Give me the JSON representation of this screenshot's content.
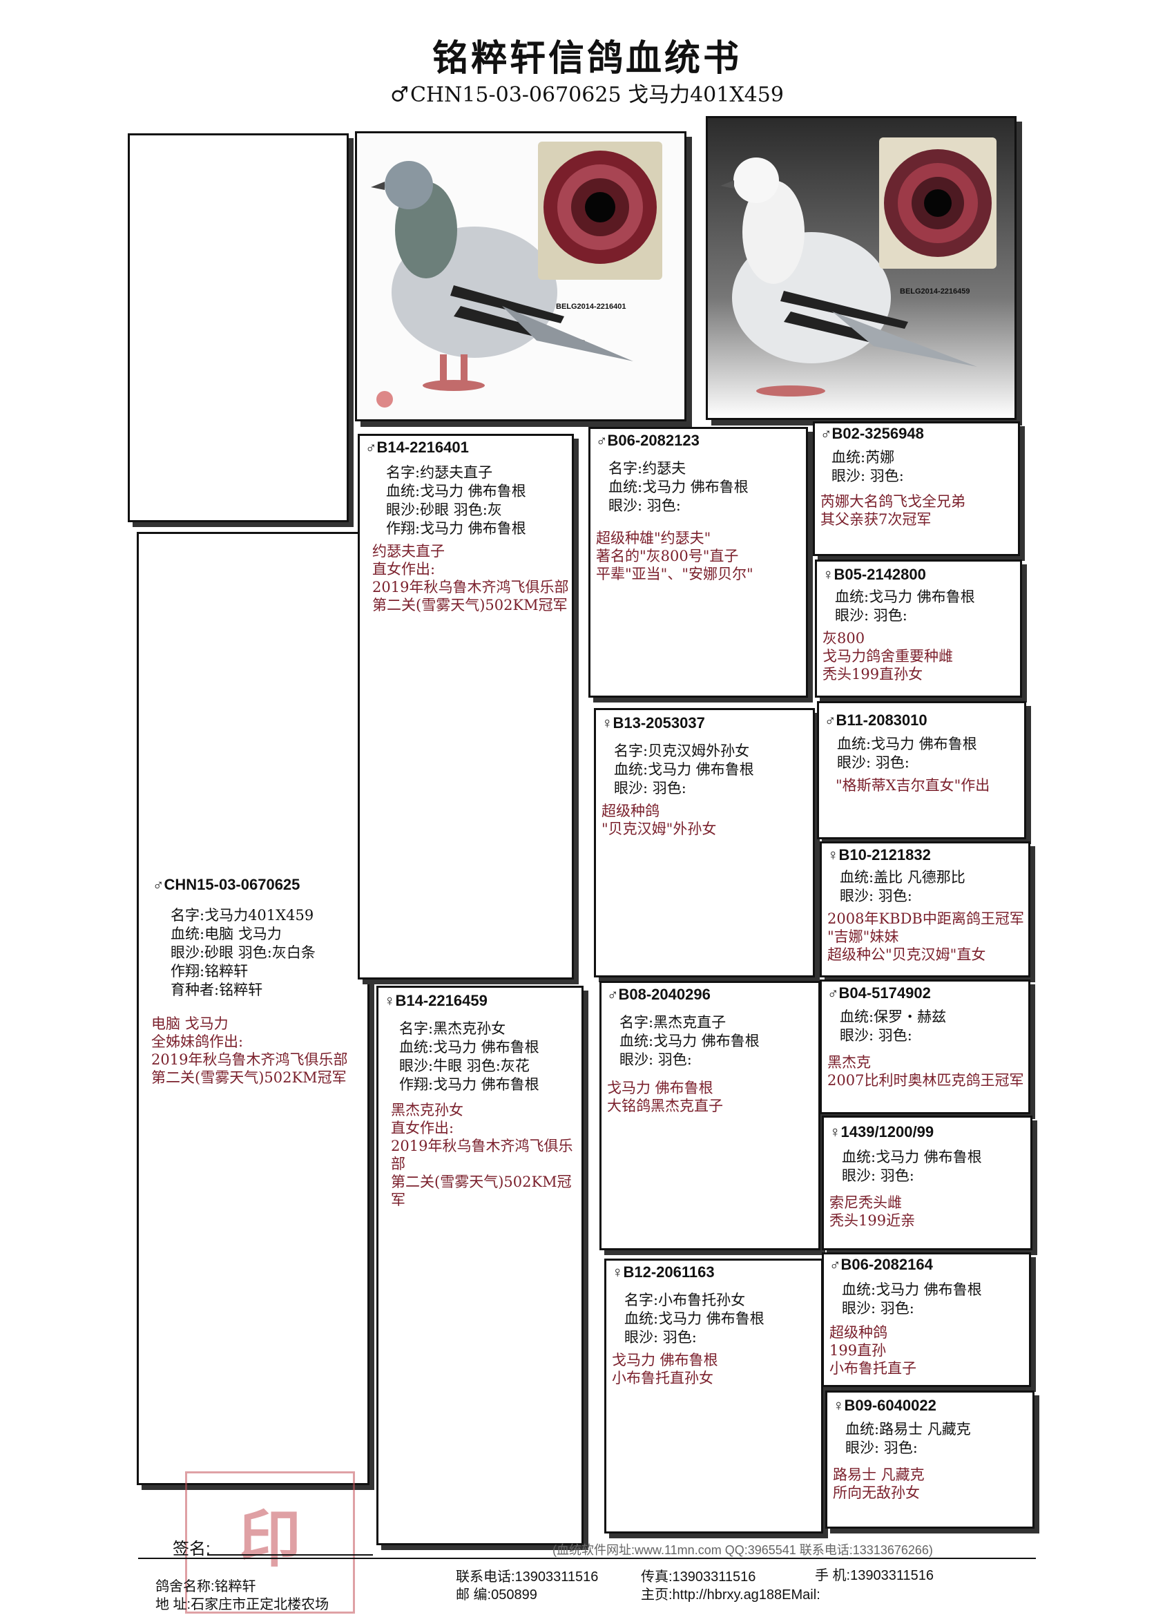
{
  "header": {
    "title": "铭粹轩信鸽血统书",
    "subtitle_sym": "♂",
    "subtitle": "CHN15-03-0670625  戈马力401X459"
  },
  "photos": {
    "sire_caption": "BELG2014-2216401",
    "dam_caption": "BELG2014-2216459"
  },
  "subject": {
    "sym": "♂",
    "ring": "CHN15-03-0670625",
    "fields": [
      "名字:戈马力401X459",
      "血统:电脑 戈马力",
      "眼沙:砂眼   羽色:灰白条",
      "作翔:铭粹轩",
      "育种者:铭粹轩"
    ],
    "notes": [
      "电脑 戈马力",
      "全姊妹鸽作出:",
      "2019年秋乌鲁木齐鸿飞俱乐部",
      "第二关(雪雾天气)502KM冠军"
    ]
  },
  "sire": {
    "sym": "♂",
    "ring": "B14-2216401",
    "fields": [
      "名字:约瑟夫直子",
      "血统:戈马力 佛布鲁根",
      "眼沙:砂眼   羽色:灰",
      "作翔:戈马力 佛布鲁根"
    ],
    "notes": [
      "约瑟夫直子",
      "直女作出:",
      "2019年秋乌鲁木齐鸿飞俱乐部",
      "第二关(雪雾天气)502KM冠军"
    ]
  },
  "dam": {
    "sym": "♀",
    "ring": "B14-2216459",
    "fields": [
      "名字:黑杰克孙女",
      "血统:戈马力 佛布鲁根",
      "眼沙:牛眼   羽色:灰花",
      "作翔:戈马力 佛布鲁根"
    ],
    "notes": [
      "黑杰克孙女",
      "直女作出:",
      "2019年秋乌鲁木齐鸿飞俱乐部",
      "第二关(雪雾天气)502KM冠军"
    ]
  },
  "gp1": {
    "sym": "♂",
    "ring": "B06-2082123",
    "fields": [
      "名字:约瑟夫",
      "血统:戈马力 佛布鲁根",
      "眼沙:     羽色:"
    ],
    "notes": [
      "超级种雄\"约瑟夫\"",
      "著名的\"灰800号\"直子",
      "平辈\"亚当\"、\"安娜贝尔\""
    ]
  },
  "gp2": {
    "sym": "♀",
    "ring": "B13-2053037",
    "fields": [
      "名字:贝克汉姆外孙女",
      "血统:戈马力 佛布鲁根",
      "眼沙:     羽色:"
    ],
    "notes": [
      "超级种鸽",
      "\"贝克汉姆\"外孙女"
    ]
  },
  "gp3": {
    "sym": "♂",
    "ring": "B08-2040296",
    "fields": [
      "名字:黑杰克直子",
      "血统:戈马力 佛布鲁根",
      "眼沙:     羽色:"
    ],
    "notes": [
      "戈马力 佛布鲁根",
      "大铭鸽黑杰克直子"
    ]
  },
  "gp4": {
    "sym": "♀",
    "ring": "B12-2061163",
    "fields": [
      "名字:小布鲁托孙女",
      "血统:戈马力 佛布鲁根",
      "眼沙:     羽色:"
    ],
    "notes": [
      "戈马力 佛布鲁根",
      "小布鲁托直孙女"
    ]
  },
  "ggp": [
    {
      "sym": "♂",
      "ring": "B02-3256948",
      "fields": [
        "血统:芮娜",
        "眼沙:     羽色:"
      ],
      "notes": [
        "芮娜大名鸽飞戈全兄弟",
        "其父亲获7次冠军"
      ]
    },
    {
      "sym": "♀",
      "ring": "B05-2142800",
      "fields": [
        "血统:戈马力 佛布鲁根",
        "眼沙:     羽色:"
      ],
      "notes": [
        "灰800",
        "戈马力鸽舍重要种雌",
        "秃头199直孙女"
      ]
    },
    {
      "sym": "♂",
      "ring": "B11-2083010",
      "fields": [
        "血统:戈马力 佛布鲁根",
        "眼沙:     羽色:"
      ],
      "notes": [
        "\"格斯蒂X吉尔直女\"作出"
      ]
    },
    {
      "sym": "♀",
      "ring": "B10-2121832",
      "fields": [
        "血统:盖比 凡德那比",
        "眼沙:     羽色:"
      ],
      "notes": [
        "2008年KBDB中距离鸽王冠军",
        "\"吉娜\"妹妹",
        "超级种公\"贝克汉姆\"直女"
      ]
    },
    {
      "sym": "♂",
      "ring": "B04-5174902",
      "fields": [
        "血统:保罗・赫兹",
        "眼沙:     羽色:"
      ],
      "notes": [
        "黑杰克",
        "2007比利时奥林匹克鸽王冠军"
      ]
    },
    {
      "sym": "♀",
      "ring": "1439/1200/99",
      "fields": [
        "血统:戈马力 佛布鲁根",
        "眼沙:     羽色:"
      ],
      "notes": [
        "索尼秃头雌",
        "秃头199近亲"
      ]
    },
    {
      "sym": "♂",
      "ring": "B06-2082164",
      "fields": [
        "血统:戈马力 佛布鲁根",
        "眼沙:     羽色:"
      ],
      "notes": [
        "超级种鸽",
        "199直孙",
        "小布鲁托直子"
      ]
    },
    {
      "sym": "♀",
      "ring": "B09-6040022",
      "fields": [
        "血统:路易士 凡藏克",
        "眼沙:     羽色:"
      ],
      "notes": [
        "路易士 凡藏克",
        "所向无敌孙女"
      ]
    }
  ],
  "footer": {
    "sign_label": "签名:",
    "watermark": "(血统软件网址:www.11mn.com  QQ:3965541  联系电话:13313676266)",
    "loft_name": "鸽舍名称:铭粹轩",
    "address": "地    址:石家庄市正定北楼农场",
    "phone": "联系电话:13903311516",
    "postcode": "邮      编:050899",
    "fax": "传真:13903311516",
    "homepage": "主页:http://hbrxy.ag188EMail:",
    "mobile": "手  机:13903311516"
  }
}
